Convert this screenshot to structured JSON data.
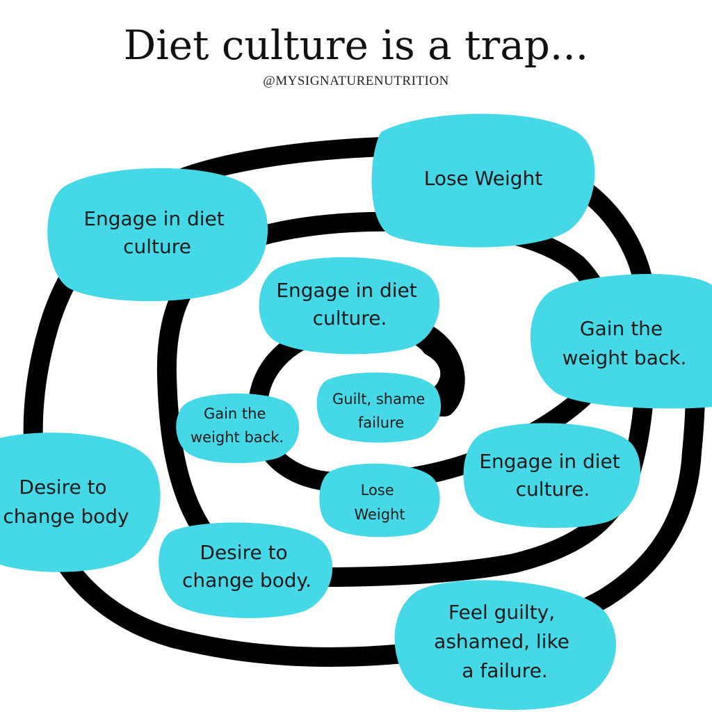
{
  "header": {
    "title": "Diet culture is a trap...",
    "handle": "@MYSIGNATURENUTRITION"
  },
  "colors": {
    "blob": "#45D8E6",
    "spiral": "#000000",
    "background": "#FFFFFF"
  },
  "steps": [
    {
      "id": "outer-lose-weight",
      "lines": [
        "Lose Weight"
      ]
    },
    {
      "id": "outer-engage",
      "lines": [
        "Engage in diet",
        "culture"
      ]
    },
    {
      "id": "outer-gain",
      "lines": [
        "Gain the",
        "weight back."
      ]
    },
    {
      "id": "outer-desire",
      "lines": [
        "Desire to",
        "change body"
      ]
    },
    {
      "id": "outer-feel-guilty",
      "lines": [
        "Feel guilty,",
        "ashamed, like",
        "a failure."
      ]
    },
    {
      "id": "mid-engage-top",
      "lines": [
        "Engage in diet",
        "culture."
      ]
    },
    {
      "id": "mid-engage-right",
      "lines": [
        "Engage in diet",
        "culture."
      ]
    },
    {
      "id": "mid-desire",
      "lines": [
        "Desire to",
        "change body."
      ]
    },
    {
      "id": "inner-gain",
      "lines": [
        "Gain the",
        "weight back."
      ]
    },
    {
      "id": "inner-lose-weight",
      "lines": [
        "Lose",
        "Weight"
      ]
    },
    {
      "id": "center-guilt",
      "lines": [
        "Guilt, shame",
        "failure"
      ]
    }
  ]
}
